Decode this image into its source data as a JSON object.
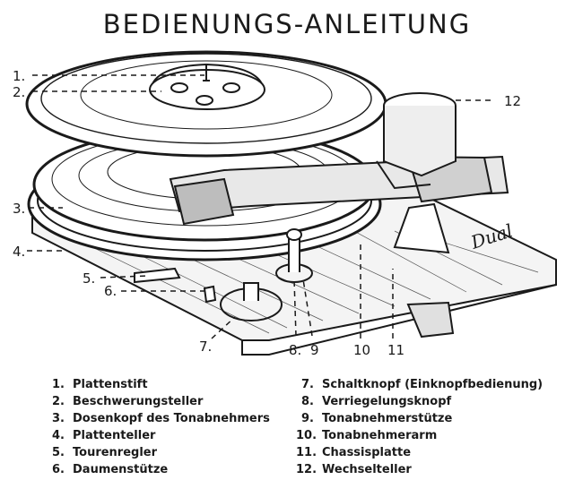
{
  "title": "BEDIENUNGS-ANLEITUNG",
  "brand_mark": "Dual",
  "callouts": [
    "1.",
    "2.",
    "3.",
    "4.",
    "5.",
    "6.",
    "7.",
    "8.",
    "9",
    "10",
    "11",
    "12"
  ],
  "legend_left": [
    {
      "num": "1.",
      "label": "Plattenstift"
    },
    {
      "num": "2.",
      "label": "Beschwerungsteller"
    },
    {
      "num": "3.",
      "label": "Dosenkopf des Tonabnehmers"
    },
    {
      "num": "4.",
      "label": "Plattenteller"
    },
    {
      "num": "5.",
      "label": "Tourenregler"
    },
    {
      "num": "6.",
      "label": "Daumenstütze"
    }
  ],
  "legend_right": [
    {
      "num": "7.",
      "label": "Schaltknopf (Einknopfbedienung)"
    },
    {
      "num": "8.",
      "label": "Verriegelungsknopf"
    },
    {
      "num": "9.",
      "label": "Tonabnehmerstütze"
    },
    {
      "num": "10.",
      "label": "Tonabnehmerarm"
    },
    {
      "num": "11.",
      "label": "Chassisplatte"
    },
    {
      "num": "12.",
      "label": "Wechselteller"
    }
  ]
}
